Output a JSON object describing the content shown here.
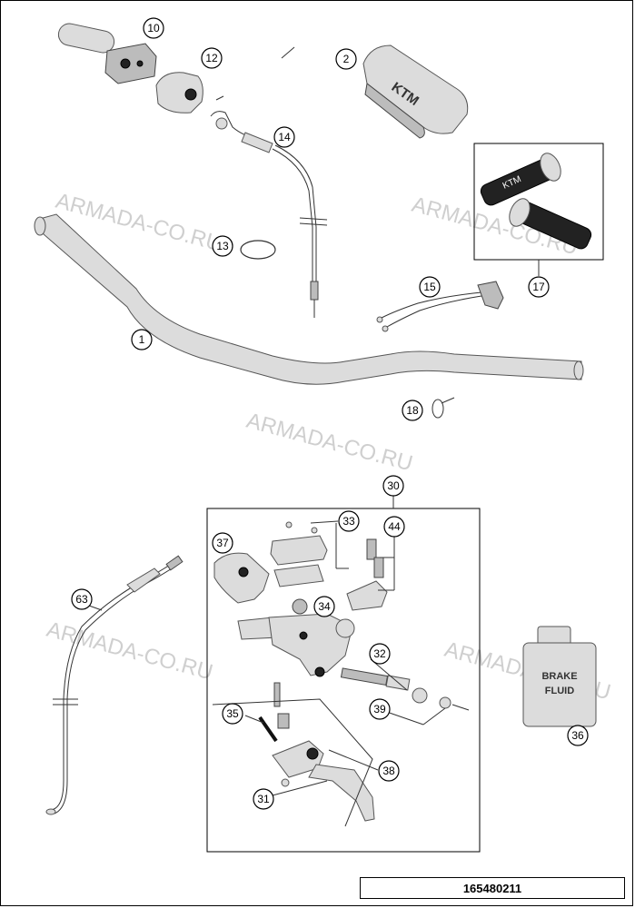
{
  "watermark": "ARMADA-CO.RU",
  "brand_text": "KTM",
  "bottle_label": [
    "BRAKE",
    "FLUID"
  ],
  "reference_number": "165480211",
  "callouts": {
    "handlebar": "1",
    "handlebar_pad": "2",
    "throttle_grip": "10",
    "throttle_housing": "12",
    "sleeve_ring": "13",
    "throttle_cable": "14",
    "kill_switch": "15",
    "grip_set": "17",
    "cable_tie": "18",
    "brake_master_cylinder": "30",
    "brake_lever": "31",
    "piston_kit": "32",
    "screws": "33",
    "cover_seal": "34",
    "spring": "35",
    "brake_fluid": "36",
    "reservoir_guard": "37",
    "lever_pivot": "38",
    "seal_ring": "39",
    "clamp_bolts": "44",
    "clutch_cable": "63"
  }
}
